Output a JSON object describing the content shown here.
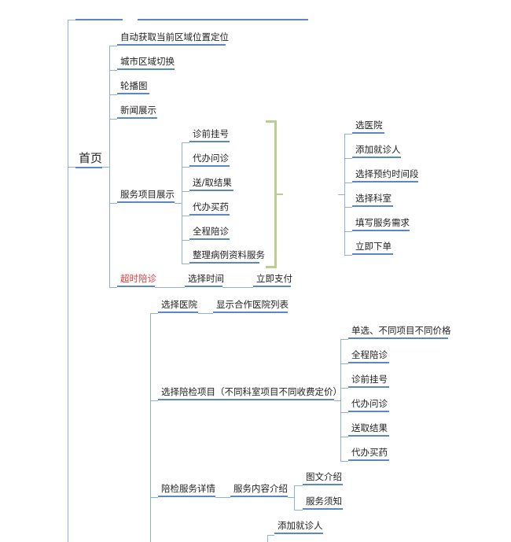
{
  "root": {
    "label": "首页"
  },
  "home": {
    "items": [
      "自动获取当前区域位置定位",
      "城市区域切换",
      "轮播图",
      "新闻展示",
      "服务项目展示",
      "超时陪诊"
    ],
    "services": [
      "诊前挂号",
      "代办问诊",
      "送/取结果",
      "代办买药",
      "全程陪诊",
      "整理病例资料服务"
    ],
    "flow": [
      "选医院",
      "添加就诊人",
      "选择预约时间段",
      "选择科室",
      "填写服务需求",
      "立即下单"
    ],
    "overtime": [
      "选择时间",
      "立即支付"
    ]
  },
  "escort": {
    "select_hospital": "选择医院",
    "hospital_list": "显示合作医院列表",
    "select_item": "选择陪检项目（不同科室项目不同收费定价）",
    "items": [
      "单选、不同项目不同价格",
      "全程陪诊",
      "诊前挂号",
      "代办问诊",
      "送取结果",
      "代办买药"
    ],
    "detail": "陪检服务详情",
    "content_intro": "服务内容介绍",
    "content_children": [
      "图文介绍",
      "服务须知"
    ],
    "add_patient": "添加就诊人"
  },
  "colors": {
    "line": "#5b87c5",
    "bracket": "#bccd94",
    "highlight": "#e0393e"
  }
}
